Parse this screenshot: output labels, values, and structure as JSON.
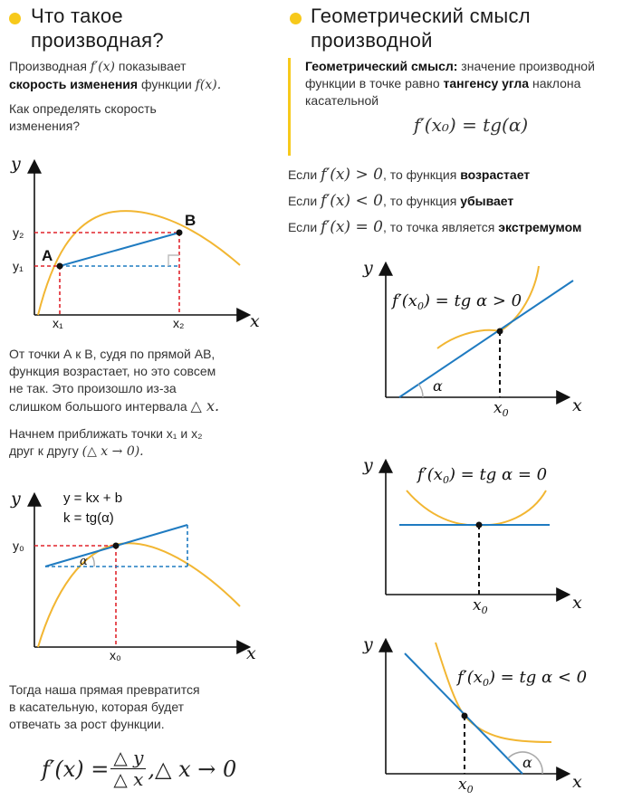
{
  "left": {
    "title_line1": "Что такое",
    "title_line2": "производная?",
    "p1_pre": "Производная ",
    "p1_formula": "f′(x)",
    "p1_mid": " показывает",
    "p1_bold": "скорость изменения",
    "p1_post": " функции ",
    "p1_fx": "f(x).",
    "p2_line1": "Как определять скорость",
    "p2_line2": "изменения?",
    "graph1": {
      "y_axis": "y",
      "x_axis": "x",
      "y2": "y₂",
      "y1": "y₁",
      "x1": "x₁",
      "x2": "x₂",
      "point_a": "A",
      "point_b": "B"
    },
    "p3_line1": "От точки А к В, судя по прямой АВ,",
    "p3_line2": "функция возрастает, но это совсем",
    "p3_line3": "не так. Это произошло из-за",
    "p3_line4": "слишком большого интервала",
    "p3_delta": "△ x.",
    "p4_line1": "Начнем приближать точки x₁ и x₂",
    "p4_line2": "друг к другу",
    "p4_formula": "(△ x → 0).",
    "graph2": {
      "y_axis": "y",
      "x_axis": "x",
      "eq1": "y = kx + b",
      "eq2": "k = tg(α)",
      "y0": "y₀",
      "x0": "x₀",
      "alpha": "α"
    },
    "p5_line1": "Тогда наша прямая превратится",
    "p5_line2": "в касательную, которая будет",
    "p5_line3": "отвечать за рост функции.",
    "formula_lhs": "f′(x) =",
    "formula_num": "△ y",
    "formula_den": "△ x",
    "formula_rhs": ",△ x → 0"
  },
  "right": {
    "title_line1": "Геометрический смысл",
    "title_line2": "производной",
    "q_bold": "Геометрический смысл:",
    "q_line1_rest": " значение производной",
    "q_line2_pre": "функции в точке равно ",
    "q_line2_bold": "тангенсу угла",
    "q_line2_post": " наклона",
    "q_line3": "касательной",
    "q_formula": "f′(x₀) = tg(α)",
    "rows": [
      {
        "pre": "Если ",
        "formula": "f′(x) > 0",
        "mid": ", то функция ",
        "bold": "возрастает"
      },
      {
        "pre": "Если ",
        "formula": "f′(x) < 0",
        "mid": ", то функция ",
        "bold": "убывает"
      },
      {
        "pre": "Если ",
        "formula": "f′(x) = 0",
        "mid": ", то точка является ",
        "bold": "экстремумом"
      }
    ],
    "g1": {
      "y_axis": "y",
      "x_axis": "x",
      "x0": "x",
      "x0_sub": "0",
      "label_pre": "f′(x",
      "label_sub": "0",
      "label_post": ") = tg α > 0",
      "alpha": "α"
    },
    "g2": {
      "y_axis": "y",
      "x_axis": "x",
      "x0": "x",
      "x0_sub": "0",
      "label_pre": "f′(x",
      "label_sub": "0",
      "label_post": ") = tg α = 0"
    },
    "g3": {
      "y_axis": "y",
      "x_axis": "x",
      "x0": "x",
      "x0_sub": "0",
      "label_pre": "f′(x",
      "label_sub": "0",
      "label_post": ") = tg α < 0",
      "alpha": "α"
    }
  },
  "colors": {
    "accent": "#f7c91b",
    "curve": "#f2b632",
    "tangent": "#1f7bc1",
    "dashed_red": "#e0242c",
    "dashed_blue": "#1f7bc1"
  }
}
